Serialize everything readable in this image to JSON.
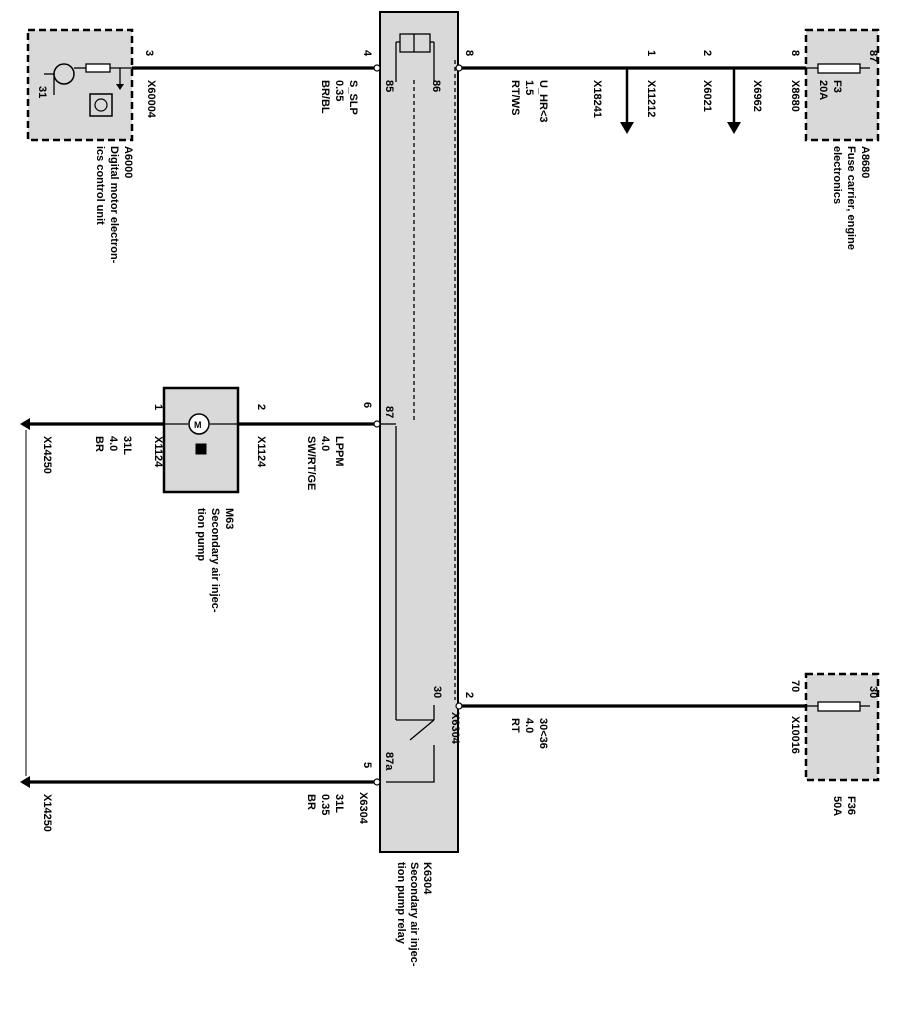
{
  "modules": {
    "a6000": {
      "id": "A6000",
      "line1": "Digital motor electron-",
      "line2": "ics control unit",
      "pin": "3",
      "ground": "31",
      "connector": "X60004"
    },
    "a8680": {
      "id": "A8680",
      "line1": "Fuse carrier, engine",
      "line2": "electronics",
      "pin": "8",
      "fuse_pin": "87",
      "connector": "X8680",
      "fuse_name": "F3",
      "fuse_rating": "20A"
    },
    "f36": {
      "id": "F36",
      "rating": "50A",
      "pin": "70",
      "fuse_pin": "30",
      "connector": "X10016"
    },
    "k6304": {
      "id": "K6304",
      "line1": "Secondary air injec-",
      "line2": "tion pump relay"
    },
    "m63": {
      "id": "M63",
      "line1": "Secondary air injec-",
      "line2": "tion pump",
      "pin_left": "1",
      "pin_right": "2",
      "connector_left": "X1124",
      "connector_right": "X1124"
    }
  },
  "relay_pins": {
    "p4": "4",
    "p8": "8",
    "p85": "85",
    "p86": "86",
    "p6": "6",
    "p87": "87",
    "p30": "30",
    "p2": "2",
    "p5": "5",
    "p87a": "87a",
    "x6304_a": "X6304",
    "x6304_b": "X6304"
  },
  "wires": {
    "s_slp": {
      "name": "S_SLP",
      "size": "0.35",
      "color": "BR/BL"
    },
    "u_hr": {
      "name": "U_HR<3",
      "size": "1.5",
      "color": "RT/WS"
    },
    "lppm": {
      "name": "LPPM",
      "size": "4.0",
      "color": "SW/RT/GE"
    },
    "w31_top": {
      "name": "31L",
      "size": "4.0",
      "color": "BR"
    },
    "w30": {
      "name": "30<36",
      "size": "4.0",
      "color": "RT"
    },
    "w31_bot": {
      "name": "31L",
      "size": "0.35",
      "color": "BR"
    }
  },
  "connectors": {
    "x18241": "X18241",
    "x11212": "X11212",
    "x11212_pin": "1",
    "x6021": "X6021",
    "x6021_pin": "2",
    "x6962": "X6962",
    "x14250_top": "X14250",
    "x14250_bot": "X14250"
  },
  "colors": {
    "fill": "#d9d9d9",
    "line": "#000000"
  }
}
